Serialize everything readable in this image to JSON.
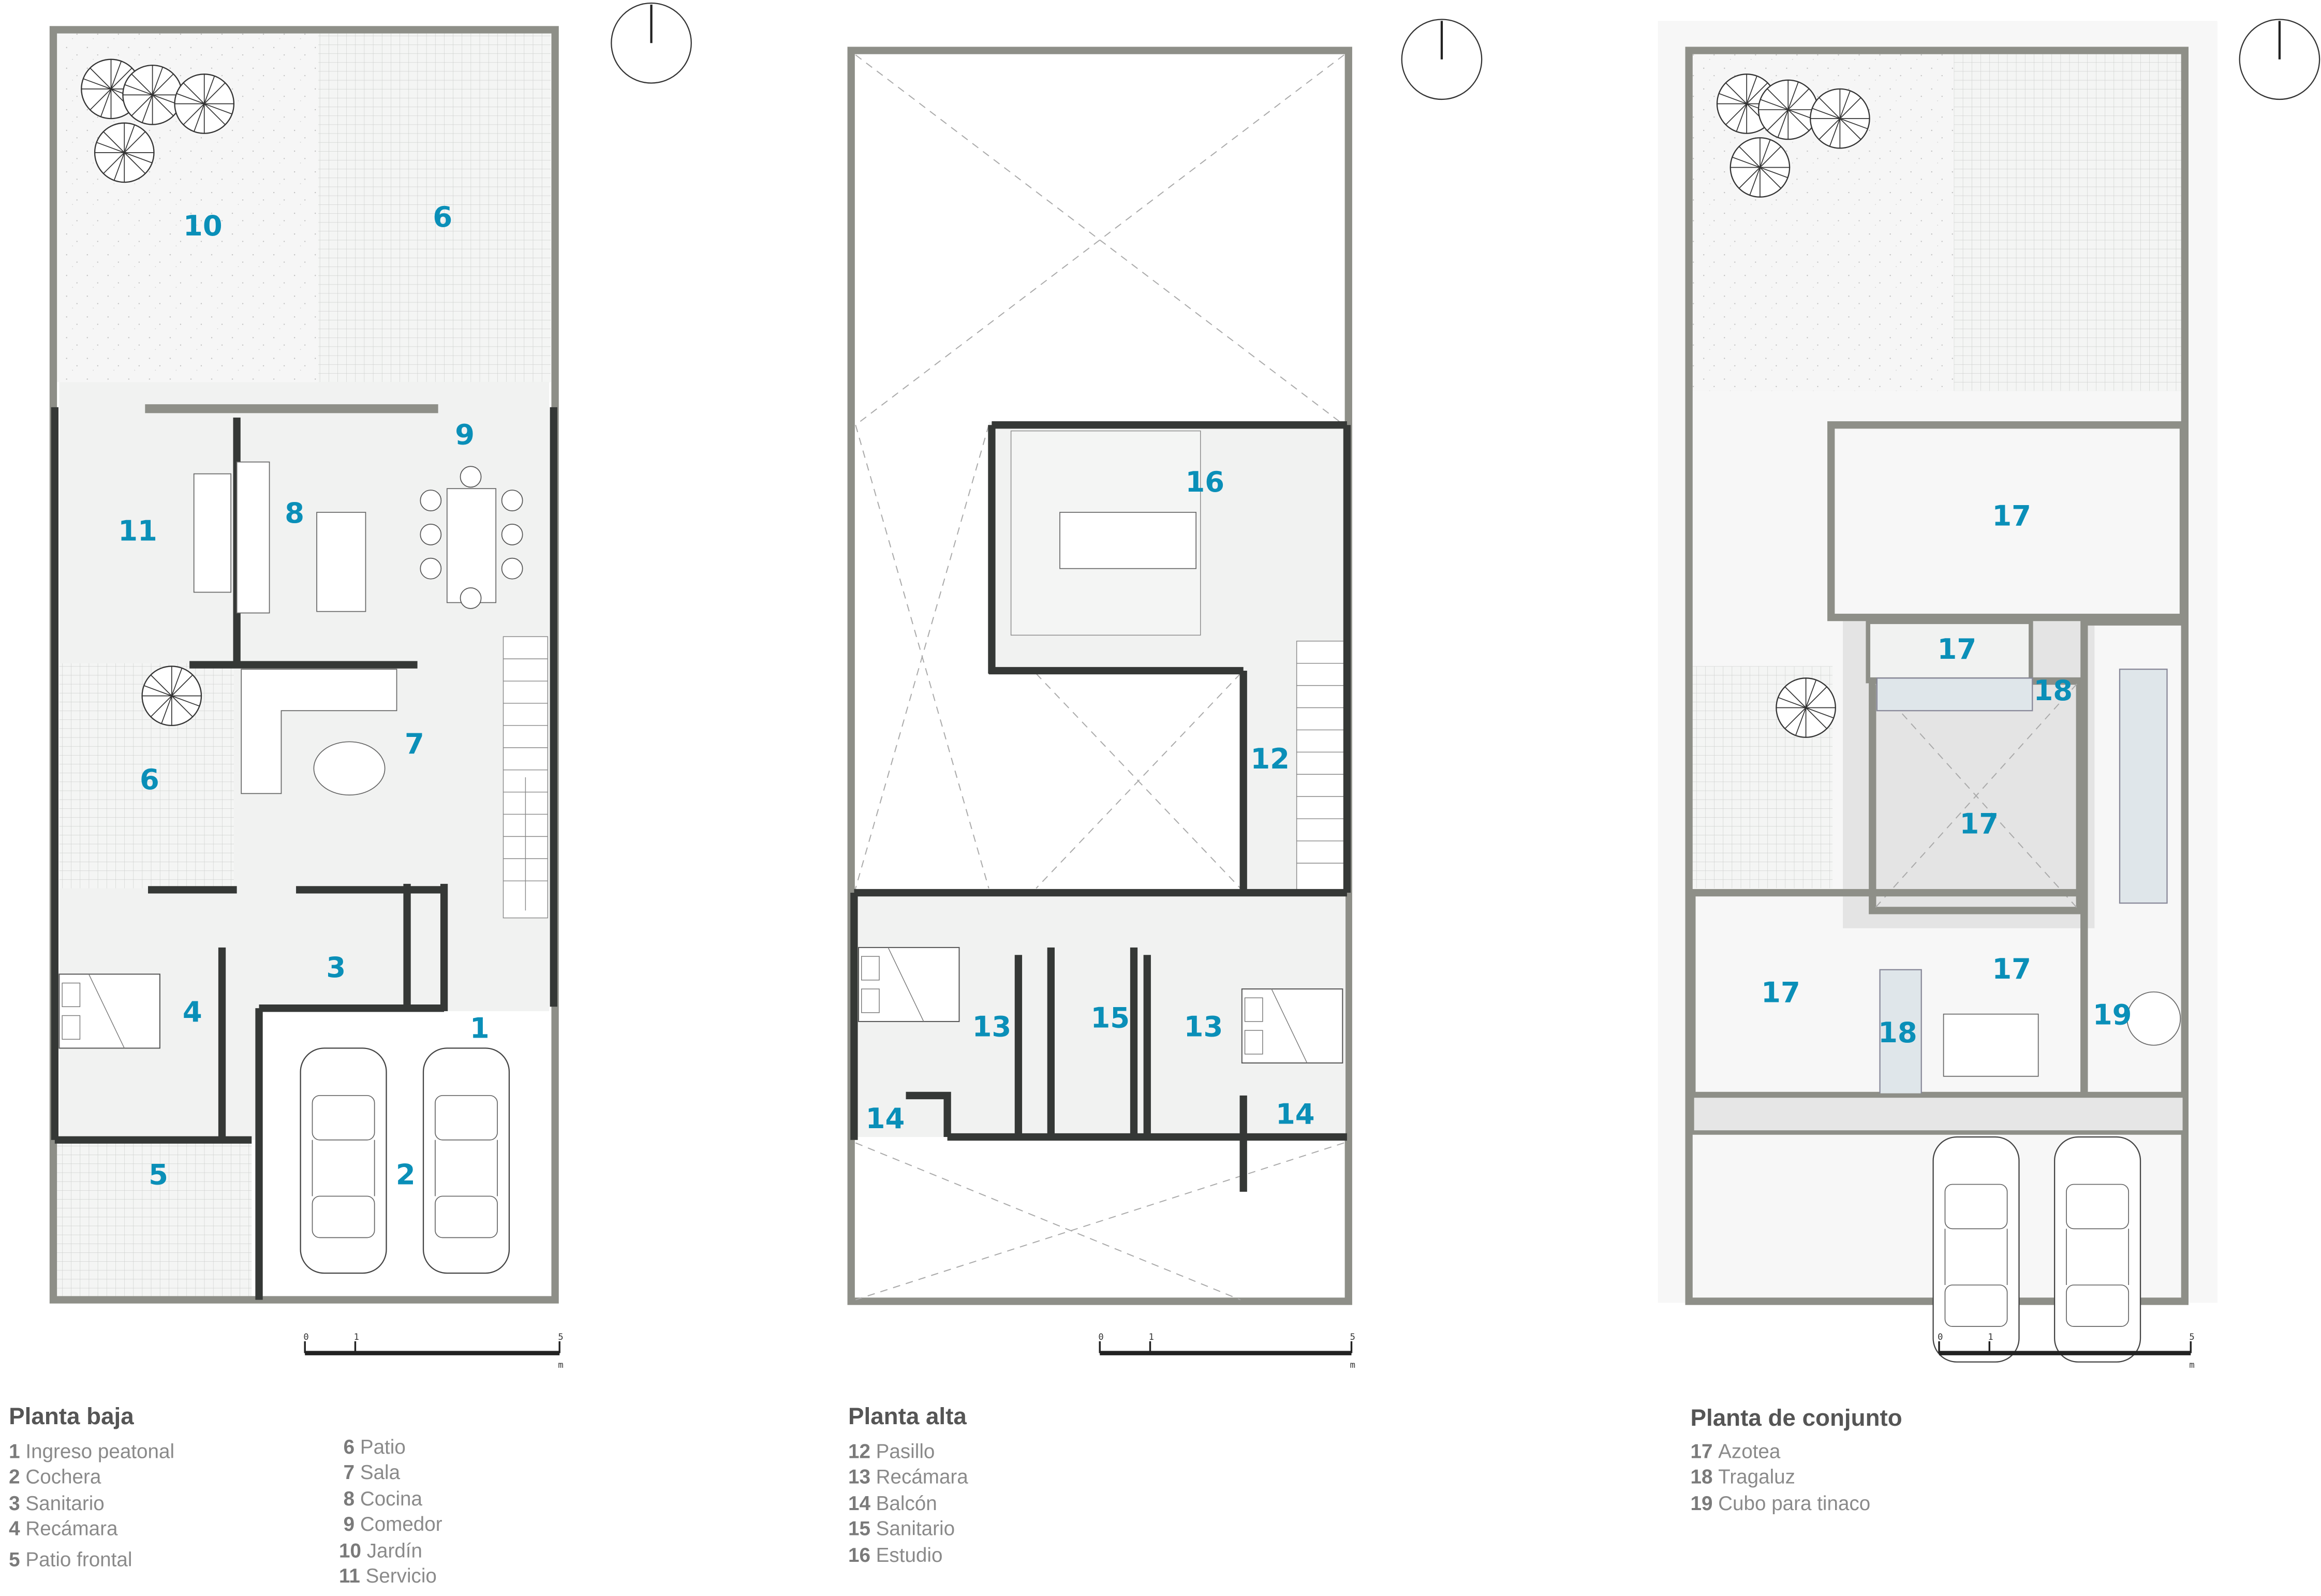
{
  "plans": [
    {
      "title": "Planta baja",
      "scale": {
        "ticks": [
          "0",
          "1",
          "5"
        ],
        "unit": "m"
      },
      "room_labels": [
        "10",
        "6",
        "9",
        "11",
        "8",
        "7",
        "6",
        "3",
        "4",
        "1",
        "2",
        "5"
      ],
      "legend": [
        {
          "n": "1",
          "label": "Ingreso peatonal"
        },
        {
          "n": "2",
          "label": "Cochera"
        },
        {
          "n": "3",
          "label": "Sanitario"
        },
        {
          "n": "4",
          "label": "Recámara"
        },
        {
          "n": "5",
          "label": "Patio frontal"
        },
        {
          "n": "6",
          "label": "Patio"
        },
        {
          "n": "7",
          "label": "Sala"
        },
        {
          "n": "8",
          "label": "Cocina"
        },
        {
          "n": "9",
          "label": "Comedor"
        },
        {
          "n": "10",
          "label": "Jardín"
        },
        {
          "n": "11",
          "label": "Servicio"
        }
      ]
    },
    {
      "title": "Planta alta",
      "scale": {
        "ticks": [
          "0",
          "1",
          "5"
        ],
        "unit": "m"
      },
      "room_labels": [
        "16",
        "12",
        "13",
        "15",
        "13",
        "14",
        "14"
      ],
      "legend": [
        {
          "n": "12",
          "label": "Pasillo"
        },
        {
          "n": "13",
          "label": "Recámara"
        },
        {
          "n": "14",
          "label": "Balcón"
        },
        {
          "n": "15",
          "label": "Sanitario"
        },
        {
          "n": "16",
          "label": "Estudio"
        }
      ]
    },
    {
      "title": "Planta de conjunto",
      "scale": {
        "ticks": [
          "0",
          "1",
          "5"
        ],
        "unit": "m"
      },
      "room_labels": [
        "17",
        "17",
        "18",
        "17",
        "17",
        "17",
        "18",
        "19"
      ],
      "legend": [
        {
          "n": "17",
          "label": "Azotea"
        },
        {
          "n": "18",
          "label": "Tragaluz"
        },
        {
          "n": "19",
          "label": "Cubo para tinaco"
        }
      ]
    }
  ],
  "colors": {
    "label": "#0a8fb8",
    "wall": "#353836",
    "slab": "#8e8f88",
    "floor": "#f1f2f1"
  }
}
